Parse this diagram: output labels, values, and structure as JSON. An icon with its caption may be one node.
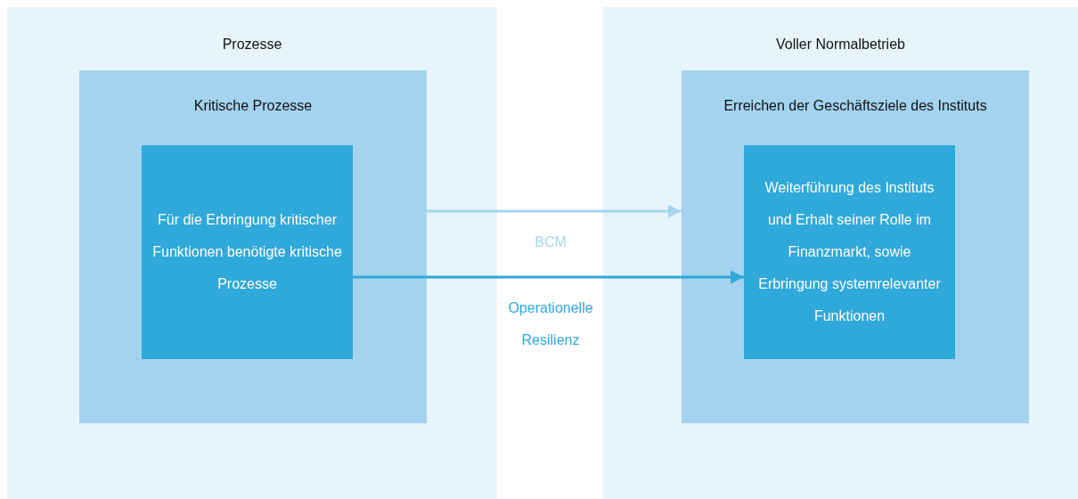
{
  "diagram": {
    "nodes": [
      {
        "text": [
          "Prozesse"
        ]
      },
      {
        "text": [
          "Kritische Prozesse"
        ],
        "in": 0
      },
      {
        "text": [
          "Für die Erbringung kritischer Funktionen benötigte kritische Prozesse"
        ],
        "in": 1
      },
      {
        "text": [
          "Voller Normalbetrieb"
        ]
      },
      {
        "text": [
          "Erreichen der Geschäftsziele des Instituts"
        ],
        "in": 3
      },
      {
        "text": [
          "Weiterführung des Instituts und Erhalt seiner Rolle im Finanzmarkt, sowie Erbringung systemrelevanter Funktionen"
        ],
        "in": 4
      }
    ],
    "edges": [
      {
        "from": 1,
        "to": 4,
        "arrow": "to",
        "label": "BCM",
        "color": "#a6d5ef"
      },
      {
        "from": 2,
        "to": 5,
        "arrow": "to",
        "label": "Operationelle Resilienz",
        "color": "#2fa8da"
      }
    ]
  }
}
